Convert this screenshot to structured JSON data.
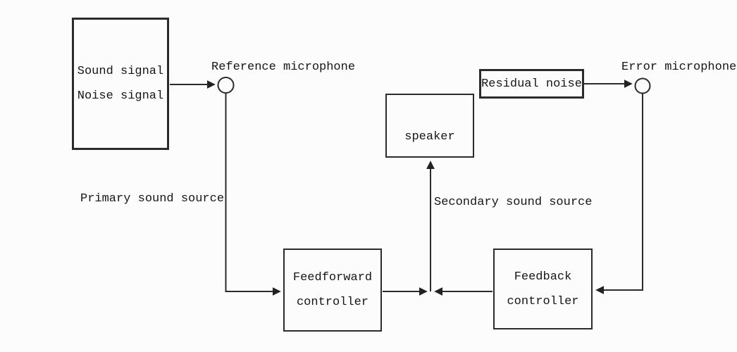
{
  "diagram_title": "active-noise-control-block-diagram",
  "colors": {
    "line": "#2b2b2b",
    "text": "#161616",
    "background": "#fcfcfc"
  },
  "boxes": {
    "source": {
      "line1": "Sound signal",
      "line2": "Noise signal"
    },
    "speaker": {
      "label": "speaker"
    },
    "residual_noise": {
      "label": "Residual noise"
    },
    "feedforward": {
      "line1": "Feedforward",
      "line2": "controller"
    },
    "feedback": {
      "line1": "Feedback",
      "line2": "controller"
    }
  },
  "labels": {
    "reference_microphone": "Reference microphone",
    "error_microphone": "Error microphone",
    "primary_sound_source": "Primary sound source",
    "secondary_sound_source": "Secondary sound source"
  }
}
